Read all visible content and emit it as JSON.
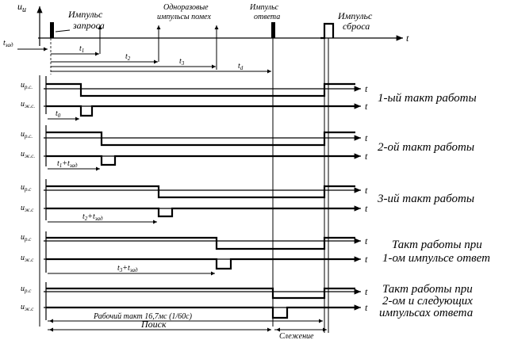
{
  "top": {
    "axis_y": "u",
    "axis_y_sub": "и",
    "axis_t": "t",
    "request_pulse_line1": "Импульс",
    "request_pulse_line2": "запроса",
    "noise_line1": "Одноразовые",
    "noise_line2": "импульсы помех",
    "answer_line1": "Импульс",
    "answer_line2": "ответа",
    "reset_line1": "Импульс",
    "reset_line2": "сброса",
    "t_zad": "t",
    "t_zad_sub": "зад",
    "t1": "t",
    "t1_sub": "1",
    "t2": "t",
    "t2_sub": "2",
    "t3": "t",
    "t3_sub": "3",
    "td": "t",
    "td_sub": "d"
  },
  "rows": [
    {
      "urs": "u",
      "urs_sub": "р.с.",
      "uzhs": "u",
      "uzhs_sub": "ж.с.",
      "delay": "t",
      "delay_sub": "0",
      "label": "1-ый такт работы"
    },
    {
      "urs": "u",
      "urs_sub": "р.с.",
      "uzhs": "u",
      "uzhs_sub": "ж.с.",
      "delay": "t",
      "delay_sub": "1",
      "delay_plus": "+t",
      "delay_plus_sub": "зад",
      "label": "2-ой такт работы"
    },
    {
      "urs": "u",
      "urs_sub": "р.с",
      "uzhs": "u",
      "uzhs_sub": "ж.с",
      "delay": "t",
      "delay_sub": "2",
      "delay_plus": "+t",
      "delay_plus_sub": "зад",
      "label": "3-ий такт работы"
    },
    {
      "urs": "u",
      "urs_sub": "р.с",
      "uzhs": "u",
      "uzhs_sub": "ж.с",
      "delay": "t",
      "delay_sub": "3",
      "delay_plus": "+t",
      "delay_plus_sub": "зад",
      "label_line1": "Такт работы при",
      "label_line2": "1-ом импульсе ответ"
    },
    {
      "urs": "u",
      "urs_sub": "р.с",
      "uzhs": "u",
      "uzhs_sub": "ж.с",
      "label_line1": "Такт работы при",
      "label_line2": "2-ом и следующих",
      "label_line3": "импульсах ответа"
    }
  ],
  "bottom": {
    "work_cycle": "Рабочий такт 16,7мс (1/60с)",
    "search": "Поиск",
    "tracking": "Слежение",
    "t": "t"
  }
}
